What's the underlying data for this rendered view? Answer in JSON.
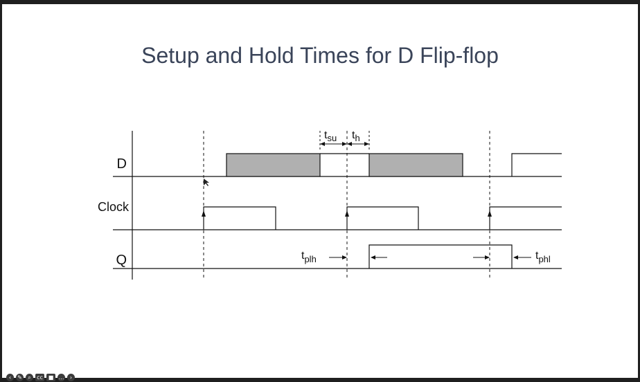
{
  "slide": {
    "title": "Setup and Hold Times for D Flip-flop"
  },
  "diagram": {
    "signals": [
      "D",
      "Clock",
      "Q"
    ],
    "t_su": {
      "base": "t",
      "sub": "su"
    },
    "t_h": {
      "base": "t",
      "sub": "h"
    },
    "t_plh": {
      "base": "t",
      "sub": "plh"
    },
    "t_phl": {
      "base": "t",
      "sub": "phl"
    },
    "colors": {
      "pulse_fill": "#b0b0b0",
      "line": "#111111"
    }
  },
  "controls": [
    {
      "icon": "prev-icon",
      "glyph": "‹"
    },
    {
      "icon": "pen-icon",
      "glyph": "✎"
    },
    {
      "icon": "zoom-icon",
      "glyph": "⌕"
    },
    {
      "icon": "captions-icon",
      "glyph": "cc"
    },
    {
      "icon": "camera-icon",
      "glyph": "■"
    },
    {
      "icon": "more-icon",
      "glyph": "…"
    },
    {
      "icon": "next-icon",
      "glyph": "›"
    }
  ]
}
